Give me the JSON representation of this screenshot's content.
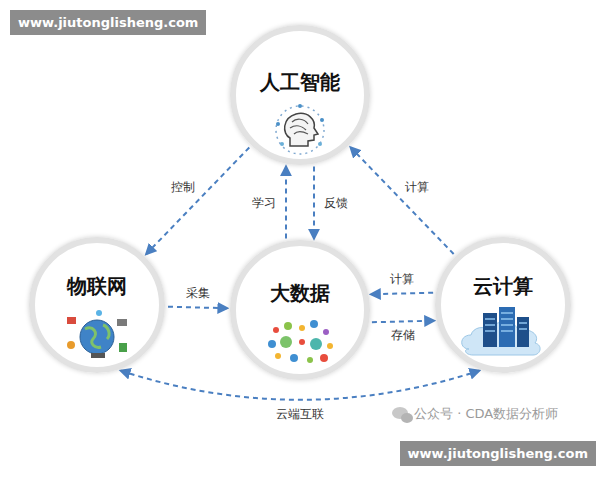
{
  "diagram": {
    "nodes": [
      {
        "text": [
          "人工智能"
        ]
      },
      {
        "text": [
          "物联网"
        ]
      },
      {
        "text": [
          "大数据"
        ]
      },
      {
        "text": [
          "云计算"
        ]
      }
    ],
    "edges": [
      {
        "from": 0,
        "to": 1,
        "label": "控制",
        "arrow": "to"
      },
      {
        "from": 2,
        "to": 0,
        "label": "学习",
        "arrow": "to"
      },
      {
        "from": 0,
        "to": 2,
        "label": "反馈",
        "arrow": "to"
      },
      {
        "from": 3,
        "to": 0,
        "label": "计算",
        "arrow": "to"
      },
      {
        "from": 1,
        "to": 2,
        "label": "采集",
        "arrow": "to"
      },
      {
        "from": 3,
        "to": 2,
        "label": "计算",
        "arrow": "to"
      },
      {
        "from": 2,
        "to": 3,
        "label": "存储",
        "arrow": "to"
      },
      {
        "from": 1,
        "to": 3,
        "label": "云端互联",
        "arrow": "both"
      }
    ],
    "labels": [
      "www.jiutonglisheng.com",
      "公众号 · CDA数据分析师",
      "www.jiutonglisheng.com"
    ]
  }
}
